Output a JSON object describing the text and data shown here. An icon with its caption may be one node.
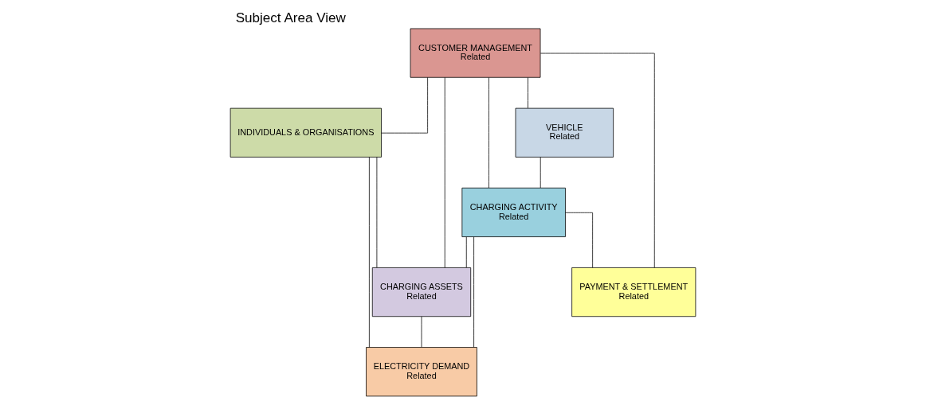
{
  "diagram": {
    "title": "Subject Area View",
    "nodes": [
      {
        "text": [
          "INDIVIDUALS & ORGANISATIONS"
        ]
      },
      {
        "text": [
          "CUSTOMER MANAGEMENT",
          "Related"
        ]
      },
      {
        "text": [
          "CHARGING ASSETS",
          "Related"
        ]
      },
      {
        "text": [
          "CHARGING ACTIVITY",
          "Related"
        ]
      },
      {
        "text": [
          "VEHICLE",
          "Related"
        ]
      },
      {
        "text": [
          "ELECTRICITY DEMAND",
          "Related"
        ]
      },
      {
        "text": [
          "PAYMENT & SETTLEMENT",
          "Related"
        ]
      }
    ],
    "edges": [
      {
        "from": 1,
        "to": 0,
        "arrow": "none"
      },
      {
        "from": 0,
        "to": 5,
        "arrow": "none"
      },
      {
        "from": 0,
        "to": 2,
        "arrow": "none"
      },
      {
        "from": 1,
        "to": 2,
        "arrow": "none"
      },
      {
        "from": 1,
        "to": 3,
        "arrow": "none"
      },
      {
        "from": 1,
        "to": 6,
        "arrow": "none"
      },
      {
        "from": 1,
        "to": 4,
        "arrow": "none"
      },
      {
        "from": 3,
        "to": 2,
        "arrow": "none"
      },
      {
        "from": 2,
        "to": 5,
        "arrow": "none"
      },
      {
        "from": 3,
        "to": 5,
        "arrow": "none"
      },
      {
        "from": 3,
        "to": 6,
        "arrow": "none"
      },
      {
        "from": 4,
        "to": 3,
        "arrow": "none"
      }
    ]
  }
}
